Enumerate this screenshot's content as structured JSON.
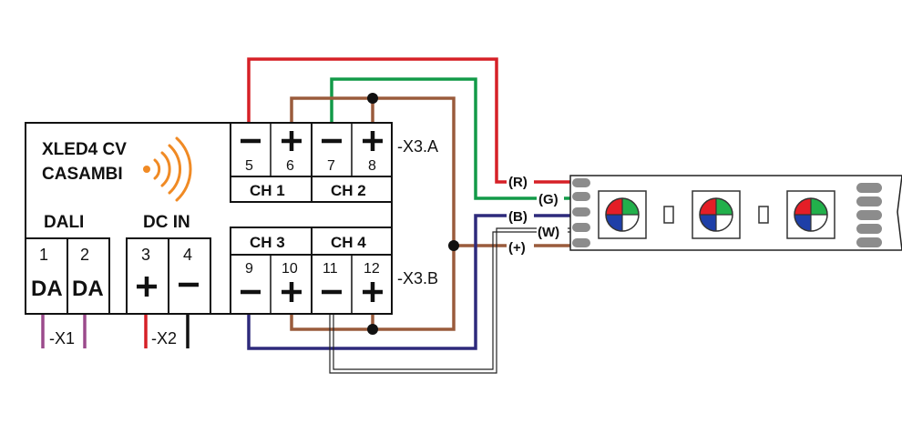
{
  "device": {
    "model": "XLED4 CV",
    "brand": "CASAMBI",
    "dali_label": "DALI",
    "dcin_label": "DC IN",
    "terminals": {
      "t1": "1",
      "t2": "2",
      "t3": "3",
      "t4": "4",
      "t5": "5",
      "t6": "6",
      "t7": "7",
      "t8": "8",
      "t9": "9",
      "t10": "10",
      "t11": "11",
      "t12": "12"
    },
    "dali_terms": {
      "a": "DA",
      "b": "DA"
    },
    "channels": {
      "ch1": "CH 1",
      "ch2": "CH 2",
      "ch3": "CH 3",
      "ch4": "CH 4"
    },
    "connectors": {
      "x1": "-X1",
      "x2": "-X2",
      "x3a": "-X3.A",
      "x3b": "-X3.B"
    }
  },
  "strip": {
    "labels": {
      "r": "(R)",
      "g": "(G)",
      "b": "(B)",
      "w": "(W)",
      "plus": "(+)"
    }
  },
  "icons": {
    "wireless": "wireless-signal-icon",
    "plus": "plus-icon",
    "minus": "minus-icon",
    "rgb_led": "rgb-led-icon"
  },
  "colors": {
    "red": "#d62027",
    "green": "#129a48",
    "blue": "#2e2a7c",
    "brown": "#9a5b3c",
    "purple": "#9b4a8c",
    "orange": "#f08a24",
    "black": "#111111"
  }
}
